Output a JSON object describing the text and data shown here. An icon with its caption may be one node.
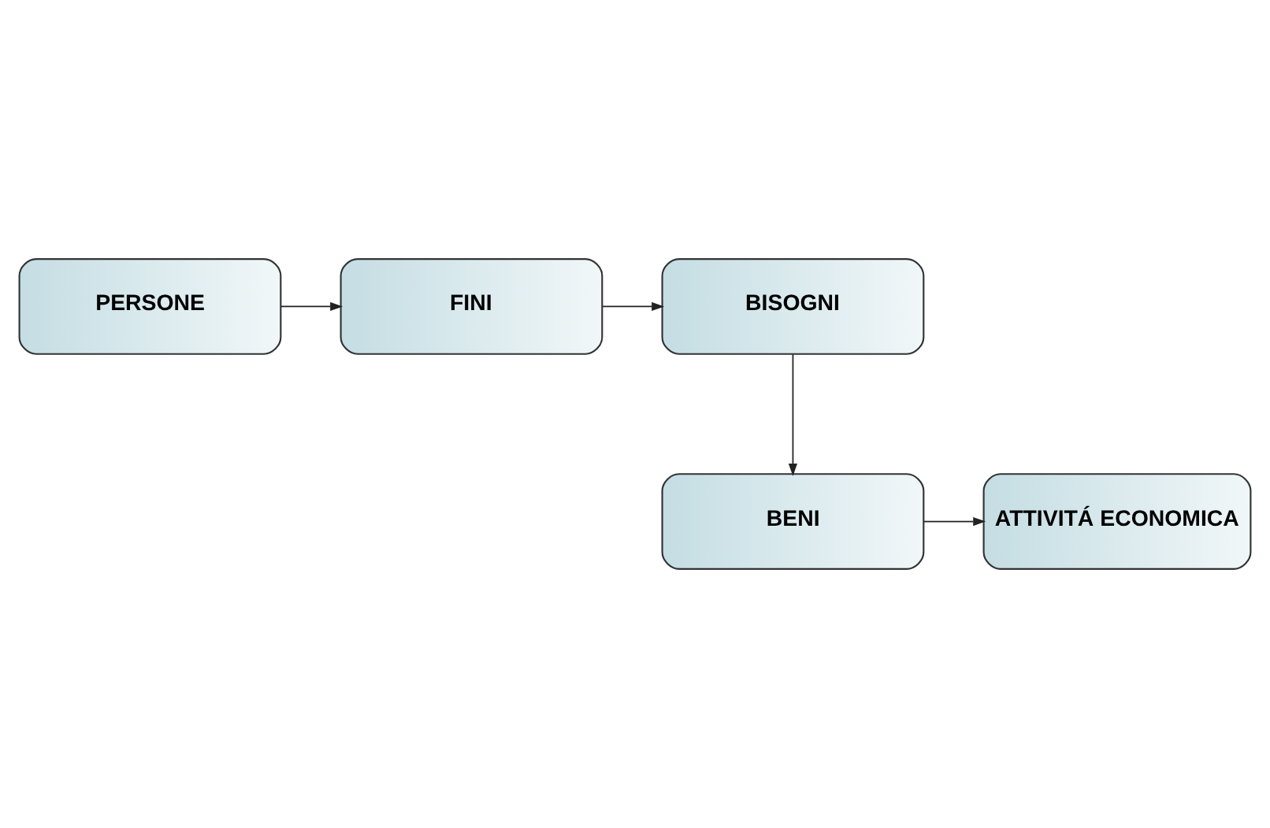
{
  "diagram": {
    "nodes": [
      {
        "text": [
          "PERSONE"
        ]
      },
      {
        "text": [
          "FINI"
        ]
      },
      {
        "text": [
          "BISOGNI"
        ]
      },
      {
        "text": [
          "ATTIVITÁ ECONOMICA"
        ]
      },
      {
        "text": [
          "BENI"
        ]
      }
    ],
    "edges": [
      {
        "from": 0,
        "to": 1,
        "arrow": "to"
      },
      {
        "from": 1,
        "to": 2,
        "arrow": "to"
      },
      {
        "from": 2,
        "to": 4,
        "arrow": "to"
      },
      {
        "from": 4,
        "to": 3,
        "arrow": "to"
      }
    ]
  }
}
